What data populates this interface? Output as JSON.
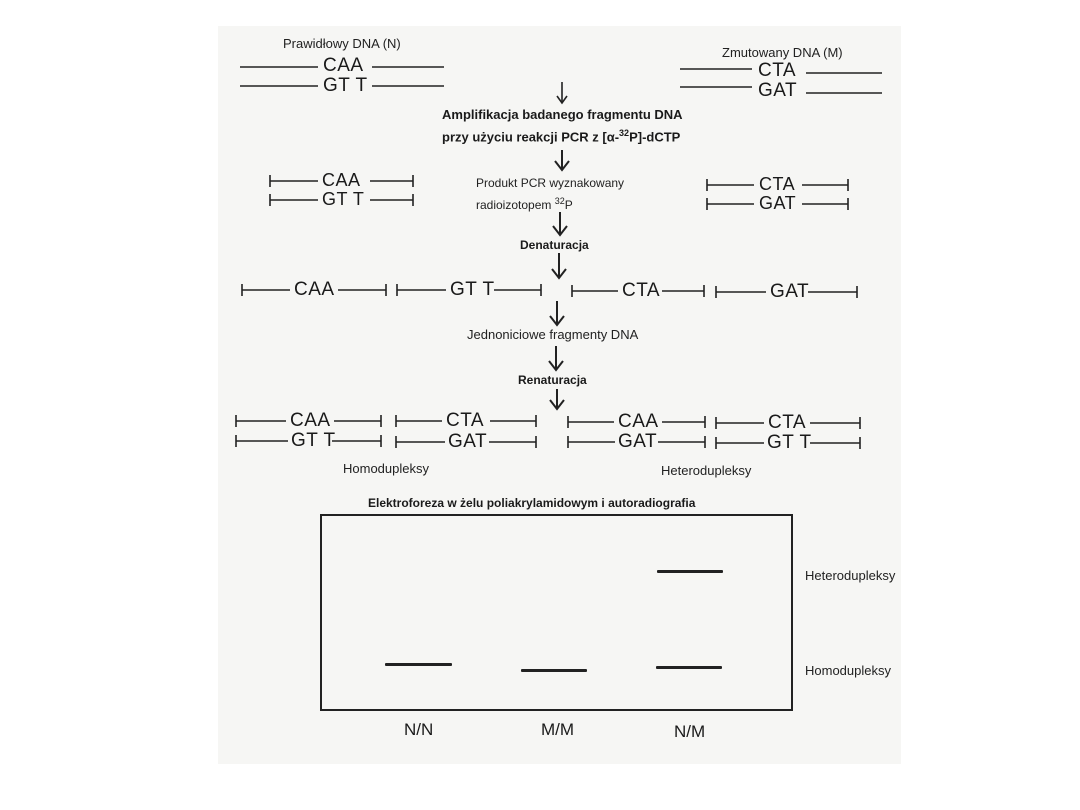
{
  "top": {
    "normal_label": "Prawidłowy DNA (N)",
    "mutant_label": "Zmutowany DNA (M)",
    "normal_top": "CAA",
    "normal_bottom": "GT T",
    "mutant_top": "CTA",
    "mutant_bottom": "GAT"
  },
  "steps": {
    "amplification_line1": "Amplifikacja badanego fragmentu DNA",
    "amplification_line2_prefix": "przy użyciu reakcji PCR z [α-",
    "amplification_sup": "32",
    "amplification_line2_suffix": "P]-dCTP",
    "product_line1": "Produkt PCR wyznakowany",
    "product_line2_prefix": "radioizotopem ",
    "product_sup": "32",
    "product_line2_suffix": "P",
    "denaturation": "Denaturacja",
    "single_strands": "Jednoniciowe fragmenty DNA",
    "renaturation": "Renaturacja",
    "homoduplexes": "Homodupleksy",
    "heteroduplexes": "Heterodupleksy"
  },
  "pcr": {
    "left_top": "CAA",
    "left_bottom": "GT T",
    "right_top": "CTA",
    "right_bottom": "GAT"
  },
  "single": [
    "CAA",
    "GT T",
    "CTA",
    "GAT"
  ],
  "duplexes": [
    {
      "top": "CAA",
      "bottom": "GT T"
    },
    {
      "top": "CTA",
      "bottom": "GAT"
    },
    {
      "top": "CAA",
      "bottom": "GAT"
    },
    {
      "top": "CTA",
      "bottom": "GT T"
    }
  ],
  "gel": {
    "title": "Elektroforeza w żelu poliakrylamidowym i autoradiografia",
    "lanes": [
      "N/N",
      "M/M",
      "N/M"
    ],
    "side_hetero": "Heterodupleksy",
    "side_homo": "Homodupleksy"
  }
}
